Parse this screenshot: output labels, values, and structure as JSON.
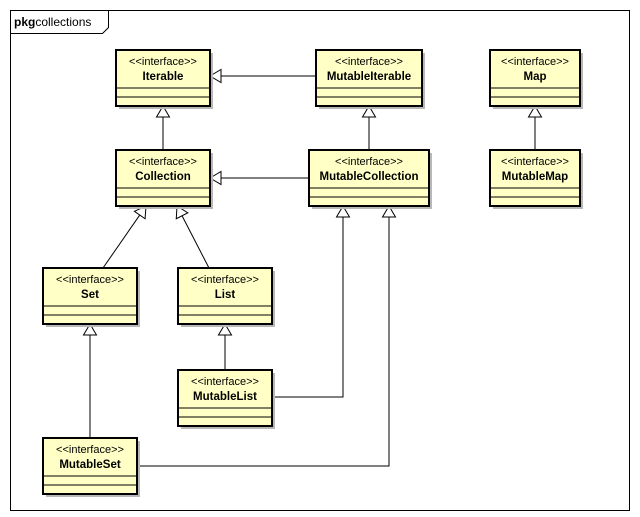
{
  "package": {
    "keyword": "pkg",
    "name": "collections"
  },
  "stereotype": "<<interface>>",
  "colors": {
    "box_fill": "#ffffc6",
    "stroke": "#000000",
    "shadow": "#b8b8b8",
    "background": "#ffffff"
  },
  "classes": [
    {
      "id": "iterable",
      "name": "Iterable"
    },
    {
      "id": "mutable-iterable",
      "name": "MutableIterable"
    },
    {
      "id": "map",
      "name": "Map"
    },
    {
      "id": "collection",
      "name": "Collection"
    },
    {
      "id": "mutable-collection",
      "name": "MutableCollection"
    },
    {
      "id": "mutable-map",
      "name": "MutableMap"
    },
    {
      "id": "set",
      "name": "Set"
    },
    {
      "id": "list",
      "name": "List"
    },
    {
      "id": "mutable-list",
      "name": "MutableList"
    },
    {
      "id": "mutable-set",
      "name": "MutableSet"
    }
  ],
  "relations": [
    {
      "from": "mutable-iterable",
      "to": "iterable"
    },
    {
      "from": "collection",
      "to": "iterable"
    },
    {
      "from": "mutable-collection",
      "to": "mutable-iterable"
    },
    {
      "from": "mutable-collection",
      "to": "collection"
    },
    {
      "from": "mutable-map",
      "to": "map"
    },
    {
      "from": "set",
      "to": "collection"
    },
    {
      "from": "list",
      "to": "collection"
    },
    {
      "from": "mutable-list",
      "to": "list"
    },
    {
      "from": "mutable-list",
      "to": "mutable-collection"
    },
    {
      "from": "mutable-set",
      "to": "set"
    },
    {
      "from": "mutable-set",
      "to": "mutable-collection"
    }
  ]
}
